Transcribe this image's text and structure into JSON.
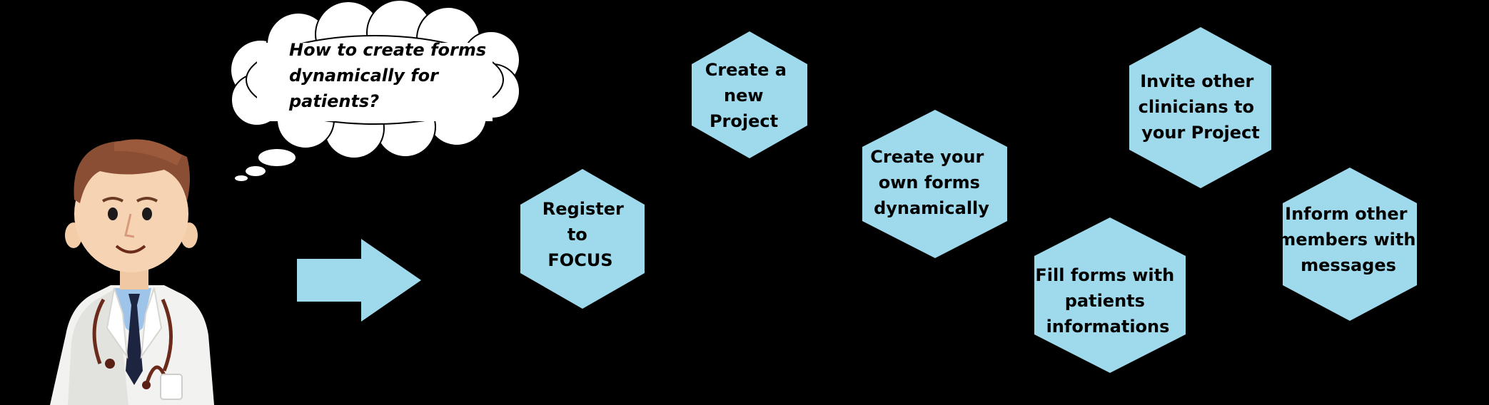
{
  "colors": {
    "background": "#000000",
    "hexagon_fill": "#9fd9ec",
    "arrow_fill": "#9fd9ec",
    "text": "#000000",
    "bubble_fill": "#ffffff"
  },
  "thought_bubble": {
    "lines": [
      "How to create forms",
      "dynamically for",
      "patients?"
    ]
  },
  "arrow": {
    "icon": "right-arrow-icon"
  },
  "doctor": {
    "icon": "doctor-illustration"
  },
  "steps": [
    {
      "id": "register",
      "lines": [
        "Register",
        "to",
        "FOCUS"
      ]
    },
    {
      "id": "create-project",
      "lines": [
        "Create a",
        "new",
        "Project"
      ]
    },
    {
      "id": "create-forms",
      "lines": [
        "Create your",
        "own forms",
        "dynamically"
      ]
    },
    {
      "id": "invite-clinicians",
      "lines": [
        "Invite other",
        "clinicians to",
        "your Project"
      ]
    },
    {
      "id": "fill-forms",
      "lines": [
        "Fill forms with",
        "patients",
        "informations"
      ]
    },
    {
      "id": "inform-members",
      "lines": [
        "Inform other",
        "members with",
        "messages"
      ]
    }
  ]
}
